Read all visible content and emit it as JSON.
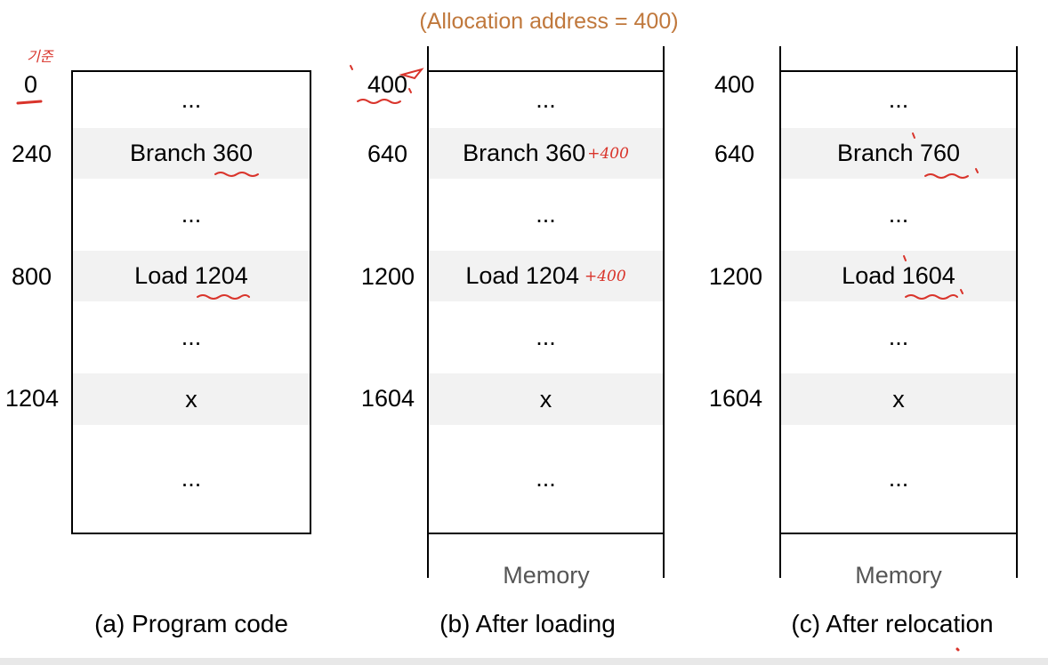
{
  "title": "(Allocation address = 400)",
  "columns": [
    {
      "caption": "(a) Program code",
      "addresses": [
        "0",
        "240",
        "800",
        "1204"
      ],
      "cells": [
        "...",
        "Branch 360",
        "...",
        "Load 1204",
        "...",
        "x",
        "..."
      ],
      "memory_label": ""
    },
    {
      "caption": "(b) After loading",
      "addresses": [
        "400",
        "640",
        "1200",
        "1604"
      ],
      "cells": [
        "...",
        "Branch 360",
        "...",
        "Load 1204",
        "...",
        "x",
        "..."
      ],
      "memory_label": "Memory"
    },
    {
      "caption": "(c) After relocation",
      "addresses": [
        "400",
        "640",
        "1200",
        "1604"
      ],
      "cells": [
        "...",
        "Branch 760",
        "...",
        "Load 1604",
        "...",
        "x",
        "..."
      ],
      "memory_label": "Memory"
    }
  ],
  "annotations": {
    "plus_branch": "+400",
    "plus_load": "+400",
    "handwritten_note": "기준"
  },
  "colors": {
    "title": "#c0783c",
    "handwriting": "#d9342b",
    "shaded_cell": "#f2f2f2"
  }
}
